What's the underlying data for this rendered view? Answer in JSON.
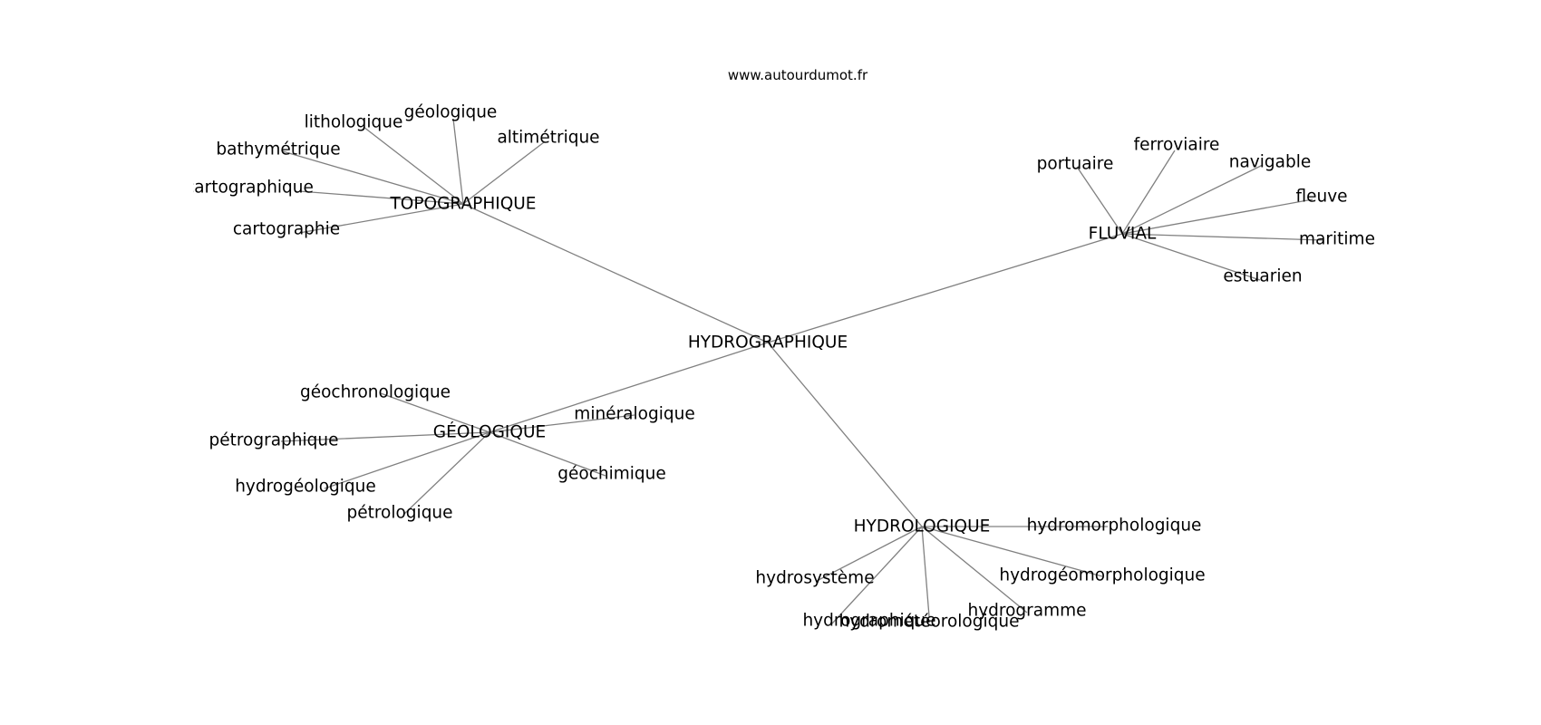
{
  "source_label": "www.autourdumot.fr",
  "edge_color": "#808080",
  "text_color": "#000000",
  "graph": {
    "center": "HYDROGRAPHIQUE",
    "hubs": [
      {
        "id": "topographique",
        "label": "TOPOGRAPHIQUE",
        "leaves": [
          "lithologique",
          "géologique",
          "altimétrique",
          "bathymétrique",
          "cartographique",
          "cartographie"
        ]
      },
      {
        "id": "fluvial",
        "label": "FLUVIAL",
        "leaves": [
          "portuaire",
          "ferroviaire",
          "navigable",
          "fleuve",
          "maritime",
          "estuarien"
        ]
      },
      {
        "id": "geologique",
        "label": "GÉOLOGIQUE",
        "leaves": [
          "géochronologique",
          "pétrographique",
          "minéralogique",
          "géochimique",
          "hydrogéologique",
          "pétrologique"
        ]
      },
      {
        "id": "hydrologique",
        "label": "HYDROLOGIQUE",
        "leaves": [
          "hydromorphologique",
          "hydrosystème",
          "hydrogéomorphologique",
          "hydrogramme",
          "hydrographique",
          "hydrométéorologique"
        ]
      }
    ]
  }
}
